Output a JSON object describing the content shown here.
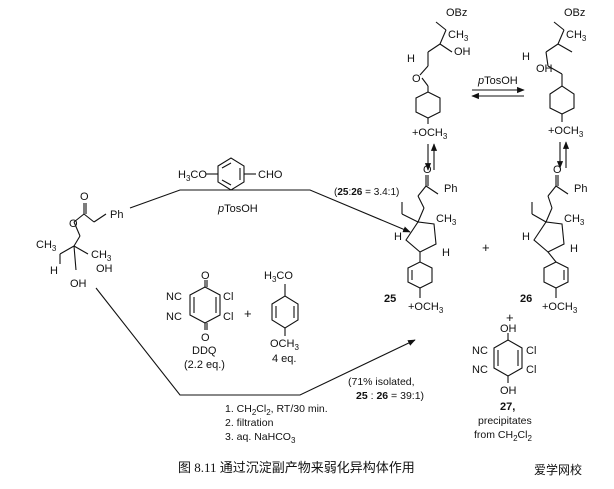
{
  "start": {
    "ph": "Ph",
    "o_carbonyl": "O",
    "o_ester": "O",
    "ch3": "CH3",
    "oh": "OH",
    "oh_sub": "OH",
    "h": "H"
  },
  "upper_route": {
    "reagent": "H3CO",
    "cho": "CHO",
    "catalyst": "pTosOH",
    "ratio": "(25:26 = 3.4:1)"
  },
  "lower_route": {
    "ddq_label": "DDQ",
    "ddq_eq": "(2.2 eq.)",
    "nc1": "NC",
    "nc2": "NC",
    "cl1": "Cl",
    "cl2": "Cl",
    "o_top": "O",
    "o_bot": "O",
    "plus": "+",
    "pmb_top": "H3CO",
    "pmb_bottom": "OCH3",
    "pmb_eq": "4 eq.",
    "steps": [
      "1. CH2Cl2, RT/30 min.",
      "2. filtration",
      "3. aq. NaHCO3"
    ],
    "result_1": "(71% isolated,",
    "result_2": "25 : 26 = 39:1)"
  },
  "top_left": {
    "obz": "OBz",
    "ch3": "CH3",
    "oh": "OH",
    "h": "H",
    "o": "O",
    "plus_och3": "+OCH3"
  },
  "top_right": {
    "obz": "OBz",
    "ch3": "CH3",
    "oh": "OH",
    "h": "H",
    "plus_och3": "+OCH3"
  },
  "equilibrium_label": "pTosOH",
  "product_25": {
    "o": "O",
    "ph": "Ph",
    "ch3": "CH3",
    "h1": "H",
    "h2": "H",
    "och3": "+OCH3",
    "number": "25"
  },
  "product_26": {
    "o": "O",
    "ph": "Ph",
    "ch3": "CH3",
    "h1": "H",
    "h2": "H",
    "och3": "+OCH3",
    "number": "26"
  },
  "plus_between": "+",
  "plus_below": "+",
  "byproduct": {
    "nc1": "NC",
    "nc2": "NC",
    "oh_top": "OH",
    "oh_bot": "OH",
    "cl1": "Cl",
    "cl2": "Cl",
    "number": "27,",
    "note1": "precipitates",
    "note2": "from CH2Cl2"
  },
  "caption": "图 8.11   通过沉淀副产物来弱化异构体作用",
  "watermark": "爱学网校"
}
